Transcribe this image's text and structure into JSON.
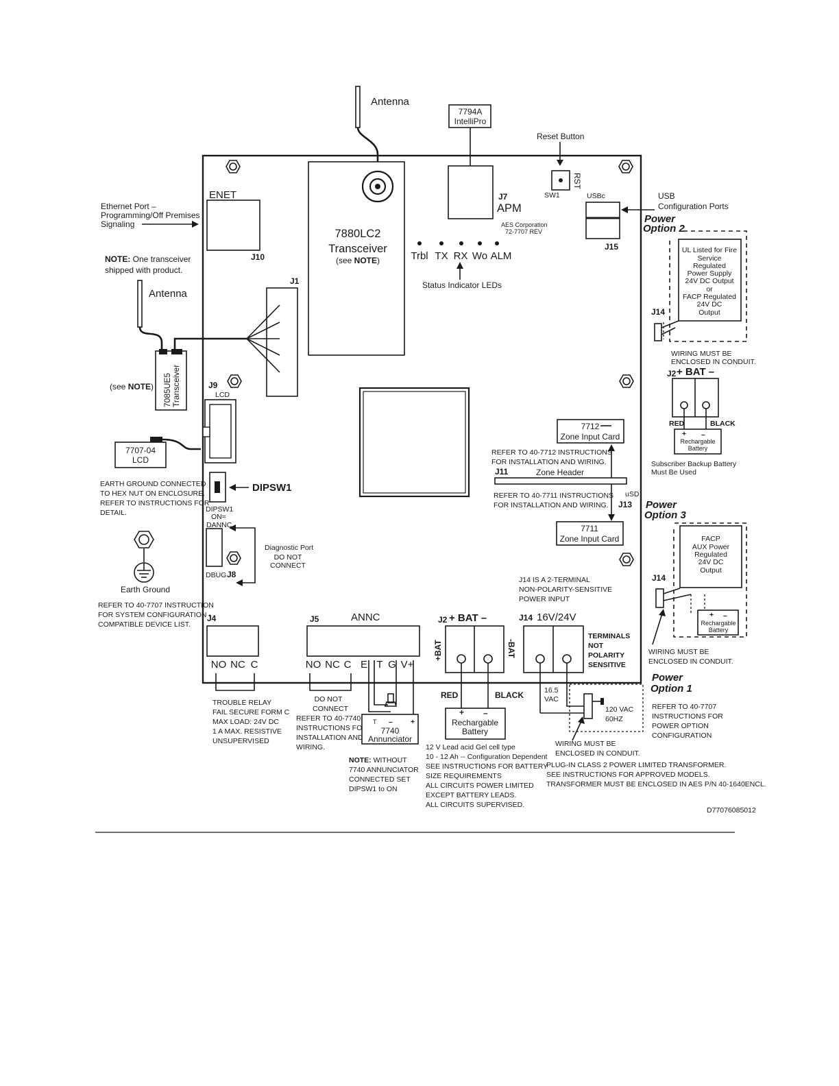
{
  "labels": {
    "antenna_top": "Antenna",
    "intellipro_1": "7794A",
    "intellipro_2": "IntelliPro",
    "reset_button": "Reset Button",
    "rst": "RST",
    "sw1": "SW1",
    "usbc": "USBc",
    "usb_1": "USB",
    "usb_2": "Configuration Ports",
    "j15": "J15",
    "enet": "ENET",
    "j10": "J10",
    "ethernet_1": "Ethernet Port –",
    "ethernet_2": "Programming/Off Premises",
    "ethernet_3": "Signaling",
    "transceiver_1": "7880LC2",
    "transceiver_2": "Transceiver",
    "transceiver_3a": "(see ",
    "transceiver_3b": "NOTE",
    "transceiver_3c": ")",
    "j7": "J7",
    "apm": "APM",
    "aes_1": "AES Corporation",
    "aes_2": "72-7707 REV",
    "led_trbl": "Trbl",
    "led_tx": "TX",
    "led_rx": "RX",
    "led_wo": "Wo",
    "led_alm": "ALM",
    "status_leds": "Status Indicator LEDs",
    "note_label": "NOTE:",
    "note_1": " One transceiver",
    "note_2": "shipped with product.",
    "antenna_left": "Antenna",
    "j1": "J1",
    "see_note_a": "(see ",
    "see_note_b": "NOTE",
    "see_note_c": ")",
    "ue5_1": "7085UE5",
    "ue5_2": "Transceiver",
    "j9": "J9",
    "lcd": "LCD",
    "lcd_box_1": "7707-04",
    "lcd_box_2": "LCD",
    "earth_note_1": "EARTH GROUND CONNECTED",
    "earth_note_2": "TO HEX NUT ON ENCLOSURE.",
    "earth_note_3": "REFER TO INSTRUCTIONS FOR",
    "earth_note_4": "DETAIL.",
    "dipsw1_callout": "DIPSW1",
    "dipsw1_lbl": "DIPSW1",
    "dipsw1_on": "ON=",
    "dipsw1_dannc": "DANNC",
    "diag_1": "Diagnostic Port",
    "diag_2": "DO NOT",
    "diag_3": "CONNECT",
    "dbug": "DBUG",
    "j8": "J8",
    "earth_ground": "Earth Ground",
    "refer_7707_1": "REFER TO 40-7707 INSTRUCTION",
    "refer_7707_2": "FOR SYSTEM CONFIGURATION -",
    "refer_7707_3": "COMPATIBLE DEVICE LIST.",
    "card_7712_1": "7712",
    "card_7712_2": "Zone Input Card",
    "refer_7712_1": "REFER TO 40-7712 INSTRUCTIONS",
    "refer_7712_2": "FOR INSTALLATION AND WIRING.",
    "j11": "J11",
    "zone_header": "Zone Header",
    "refer_7711_1": "REFER TO 40-7711 INSTRUCTIONS",
    "refer_7711_2": "FOR INSTALLATION AND WIRING.",
    "usd": "uSD",
    "j13": "J13",
    "card_7711_1": "7711",
    "card_7711_2": "Zone Input Card",
    "po2_1": "Power",
    "po2_2": "Option 2",
    "ul_1": "UL Listed for Fire",
    "ul_2": "Service",
    "ul_3": "Regulated",
    "ul_4": "Power Supply",
    "ul_5": "24V DC Output",
    "ul_6": "or",
    "ul_7": "FACP Regulated",
    "ul_8": "24V DC",
    "ul_9": "Output",
    "j14_po2": "J14",
    "conduit_po2_1": "WIRING MUST BE",
    "conduit_po2_2": "ENCLOSED IN CONDUIT.",
    "j2_right": "J2",
    "bat_right": "+ BAT  –",
    "red_right": "RED",
    "black_right": "BLACK",
    "rech_small_1": "Rechargable",
    "rech_small_2": "Battery",
    "sub_backup_1": "Subscriber Backup Battery",
    "sub_backup_2": "Must Be Used",
    "po3_1": "Power",
    "po3_2": "Option 3",
    "facp_1": "FACP",
    "facp_2": "AUX Power",
    "facp_3": "Regulated",
    "facp_4": "24V DC",
    "facp_5": "Output",
    "j14_po3": "J14",
    "rech_po3_1": "Rechargable",
    "rech_po3_2": "Battery",
    "conduit_po3_1": "WIRING MUST BE",
    "conduit_po3_2": "ENCLOSED IN CONDUIT.",
    "j14_note_1": "J14 IS A 2-TERMINAL",
    "j14_note_2": "NON-POLARITY-SENSITIVE",
    "j14_note_3": "POWER INPUT",
    "j4": "J4",
    "j4_no": "NO",
    "j4_nc": "NC",
    "j4_c": "C",
    "j5": "J5",
    "annc": "ANNC",
    "j5_no": "NO",
    "j5_nc": "NC",
    "j5_c": "C",
    "j5_e": "E",
    "j5_t": "T",
    "j5_g": "G",
    "j5_v": "V+",
    "j2_bottom": "J2",
    "bat_bottom": "+ BAT  –",
    "plus_bat": "+BAT",
    "minus_bat": "-BAT",
    "j14_bottom": "J14",
    "v16_24": "16V/24V",
    "terminals_1": "TERMINALS",
    "terminals_2": "NOT",
    "terminals_3": "POLARITY",
    "terminals_4": "SENSITIVE",
    "trouble_1": "TROUBLE RELAY",
    "trouble_2": "FAIL SECURE FORM C",
    "trouble_3": "MAX LOAD:  24V DC",
    "trouble_4": "1 A MAX. RESISTIVE",
    "trouble_5": "UNSUPERVISED",
    "dnc_1": "DO NOT",
    "dnc_2": "CONNECT",
    "refer_7740_1": "REFER TO 40-7740",
    "refer_7740_2": "INSTRUCTIONS FOR",
    "refer_7740_3": "INSTALLATION AND",
    "refer_7740_4": "WIRING.",
    "annunciator_1": "7740",
    "annunciator_2": "Annunciator",
    "ann_t": "T",
    "ann_minus": "–",
    "ann_plus": "+",
    "note_7740_1": "NOTE:",
    "note_7740_1b": " WITHOUT",
    "note_7740_2": "7740 ANNUNCIATOR",
    "note_7740_3": "CONNECTED SET",
    "note_7740_4": "DIPSW1 to ON",
    "red_bottom": "RED",
    "black_bottom": "BLACK",
    "rech_bottom_1": "Rechargable",
    "rech_bottom_2": "Battery",
    "battery_note_1": "12 V Lead acid Gel cell type",
    "battery_note_2": "10 - 12 Ah -- Configuration Dependent",
    "battery_note_3": "SEE INSTRUCTIONS FOR BATTERY",
    "battery_note_4": "SIZE REQUIREMENTS",
    "battery_note_5": "ALL CIRCUITS POWER LIMITED",
    "battery_note_6": "EXCEPT  BATTERY LEADS.",
    "battery_note_7": "ALL CIRCUITS SUPERVISED.",
    "vac_1": "16.5",
    "vac_2": "VAC",
    "vac120_1": "120 VAC",
    "vac120_2": "60HZ",
    "po1_1": "Power",
    "po1_2": "Option 1",
    "refer_po1_1": "REFER TO 40-7707",
    "refer_po1_2": "INSTRUCTIONS FOR",
    "refer_po1_3": "POWER OPTION",
    "refer_po1_4": "CONFIGURATION",
    "conduit_po1_1": "WIRING MUST BE",
    "conduit_po1_2": "ENCLOSED IN CONDUIT.",
    "transformer_1": "PLUG-IN CLASS 2 POWER LIMITED TRANSFORMER.",
    "transformer_2": "SEE INSTRUCTIONS FOR APPROVED MODELS.",
    "transformer_3": "TRANSFORMER MUST BE ENCLOSED IN AES P/N 40-1640ENCL.",
    "drawing_number": "D77076085012"
  }
}
